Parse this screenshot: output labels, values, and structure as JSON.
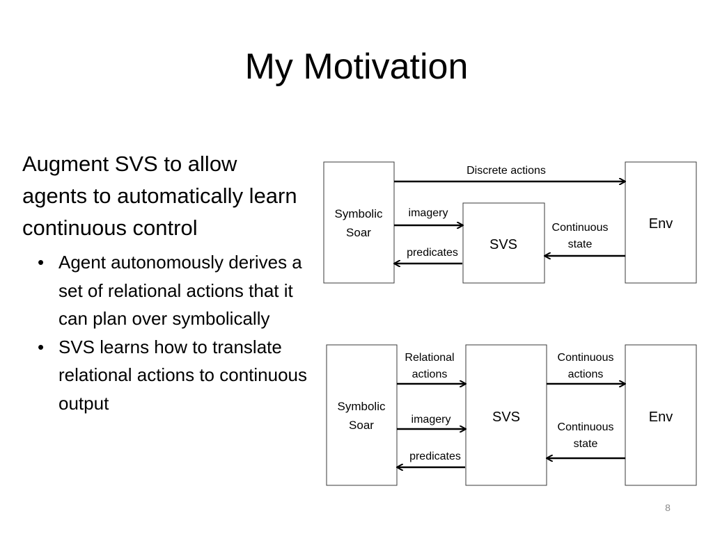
{
  "title": "My Motivation",
  "main_point": "Augment SVS to allow agents to automatically learn continuous control",
  "bullet_symbol": "•",
  "bullets": [
    "Agent autonomously derives a set of relational actions that it can plan over symbolically",
    "SVS learns how to translate relational actions to continuous output"
  ],
  "diagram_top": {
    "symbolic_soar": [
      "Symbolic",
      "Soar"
    ],
    "svs": "SVS",
    "env": "Env",
    "discrete_actions": "Discrete actions",
    "imagery": "imagery",
    "predicates": "predicates",
    "continuous_state": [
      "Continuous",
      "state"
    ]
  },
  "diagram_bottom": {
    "symbolic_soar": [
      "Symbolic",
      "Soar"
    ],
    "svs": "SVS",
    "env": "Env",
    "relational_actions": [
      "Relational",
      "actions"
    ],
    "imagery": "imagery",
    "predicates": "predicates",
    "continuous_actions": [
      "Continuous",
      "actions"
    ],
    "continuous_state": [
      "Continuous",
      "state"
    ]
  },
  "page_number": "8"
}
